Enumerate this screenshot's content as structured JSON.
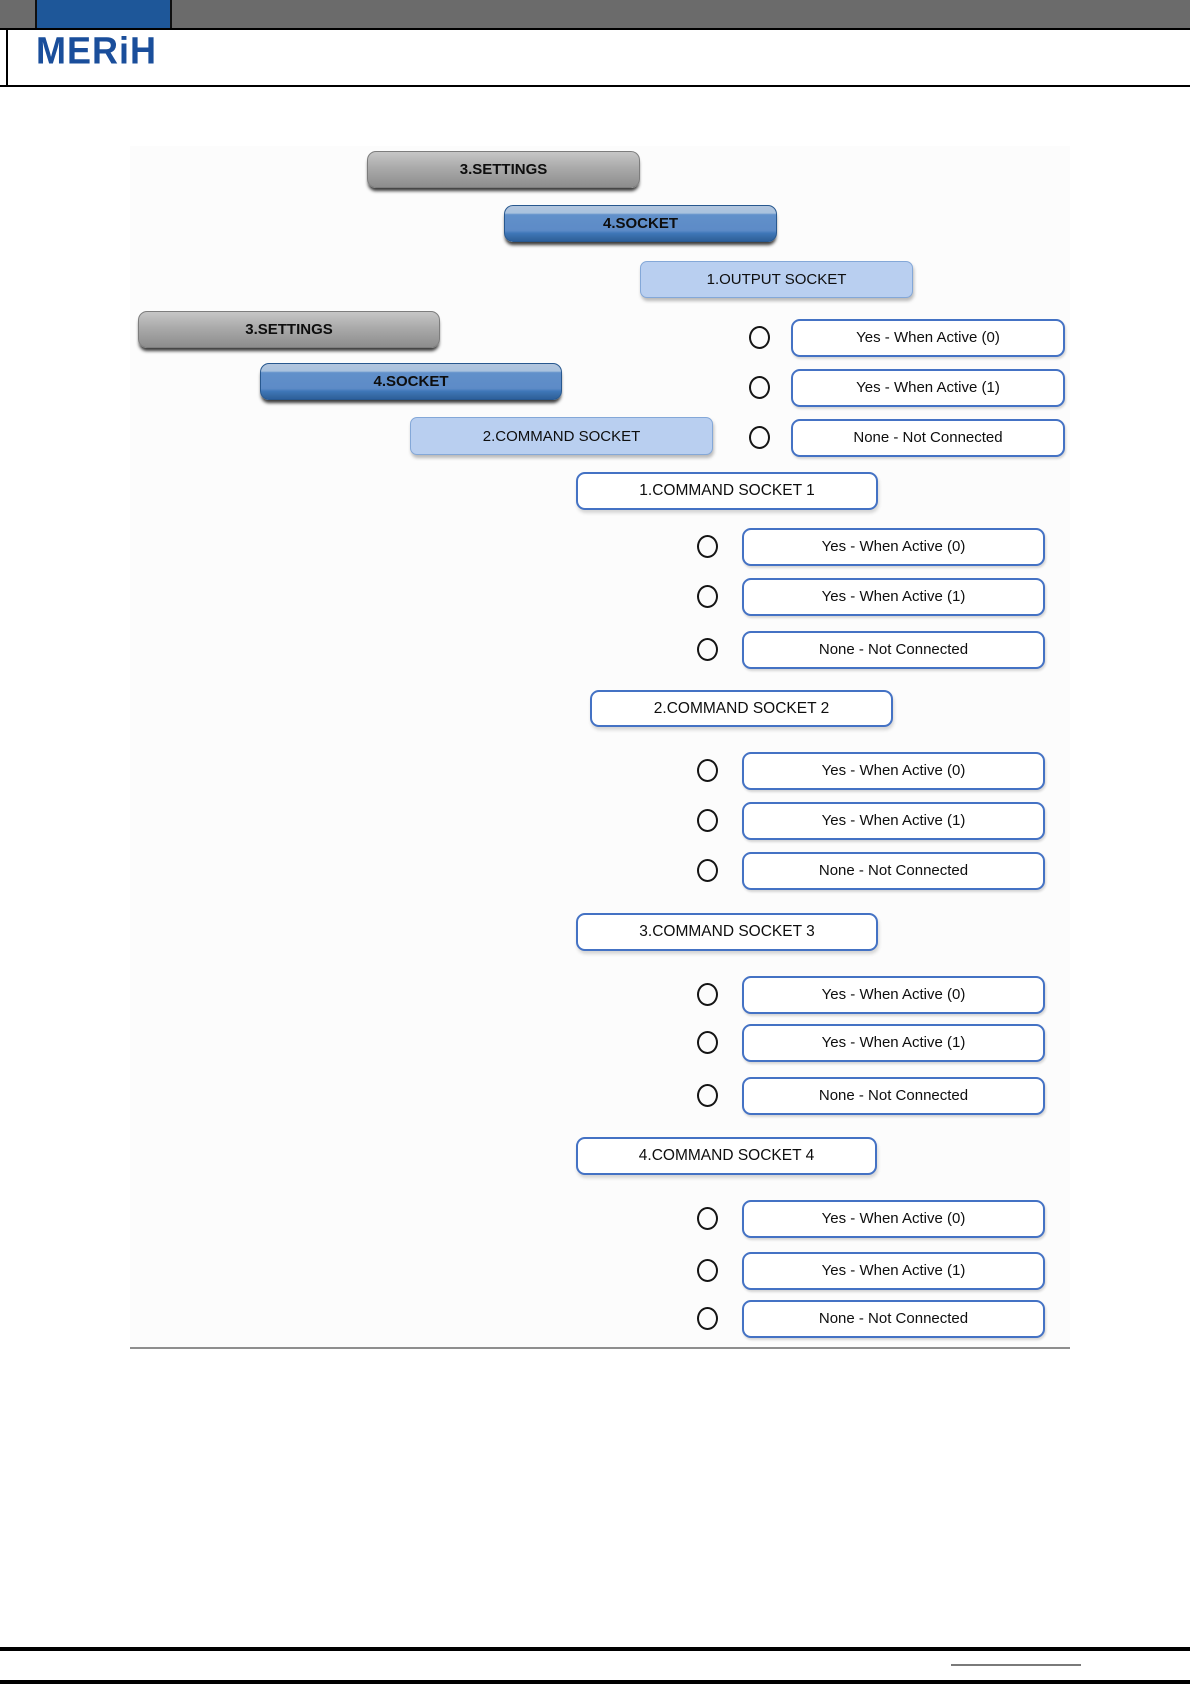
{
  "header": {
    "logo_text": "MERiH"
  },
  "diagram": {
    "flow1": {
      "settings_label": "3.SETTINGS",
      "socket_label": "4.SOCKET",
      "output_socket_label": "1.OUTPUT SOCKET"
    },
    "flow2": {
      "settings_label": "3.SETTINGS",
      "socket_label": "4.SOCKET",
      "command_socket_label": "2.COMMAND SOCKET"
    },
    "command_sockets": [
      {
        "label": "1.COMMAND SOCKET 1"
      },
      {
        "label": "2.COMMAND SOCKET 2"
      },
      {
        "label": "3.COMMAND SOCKET 3"
      },
      {
        "label": "4.COMMAND SOCKET 4"
      }
    ],
    "option_labels": [
      "Yes - When Active (0)",
      "Yes - When Active (1)",
      "None - Not Connected"
    ],
    "radio_state": "unselected"
  },
  "colors": {
    "brand_blue": "#1a4e9b",
    "topbar_blue": "#1e5799",
    "topbar_gray": "#6b6b6b",
    "option_border_blue": "#4472c4",
    "lightblue_fill": "#b9cff0",
    "socket_button_blue": "#5d8bc7",
    "settings_button_gray": "#9c9c9c"
  }
}
